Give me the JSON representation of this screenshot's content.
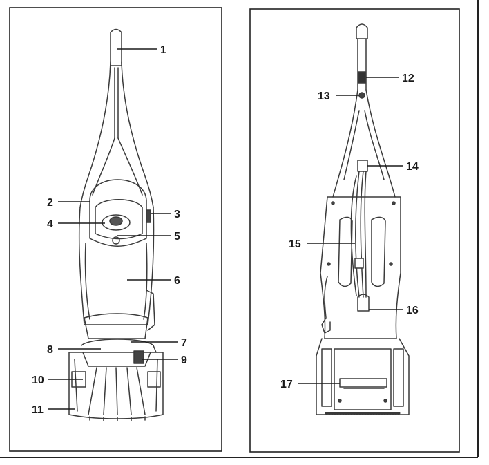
{
  "figure": {
    "panels": [
      {
        "id": "front-view",
        "callouts": [
          {
            "label": "1"
          },
          {
            "label": "2"
          },
          {
            "label": "3"
          },
          {
            "label": "4"
          },
          {
            "label": "5"
          },
          {
            "label": "6"
          },
          {
            "label": "7"
          },
          {
            "label": "8"
          },
          {
            "label": "9"
          },
          {
            "label": "10"
          },
          {
            "label": "11"
          }
        ]
      },
      {
        "id": "rear-view",
        "callouts": [
          {
            "label": "12"
          },
          {
            "label": "13"
          },
          {
            "label": "14"
          },
          {
            "label": "15"
          },
          {
            "label": "16"
          },
          {
            "label": "17"
          }
        ]
      }
    ]
  }
}
